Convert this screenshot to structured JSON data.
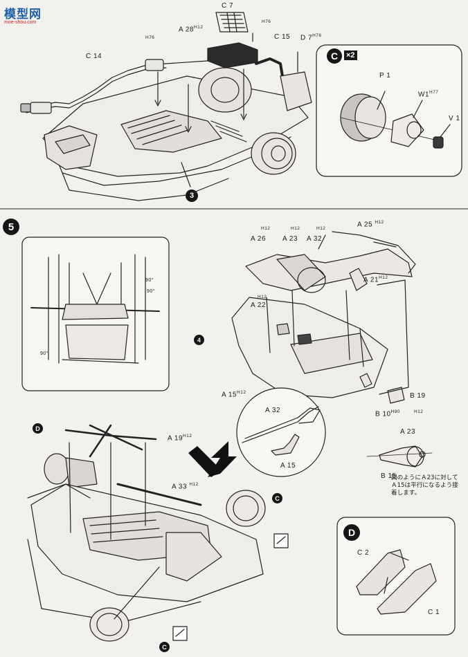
{
  "watermark": {
    "brand": "模型网",
    "url": "moe-shou.com"
  },
  "step3": {
    "number": "3",
    "labels": {
      "C7": "C 7",
      "A28": "A 28",
      "A28_h": "H12",
      "H76a": "H76",
      "C15": "C 15",
      "D7": "D 7",
      "D7_h": "H76",
      "H76b": "H76",
      "C14": "C 14"
    },
    "callout_C": {
      "letter": "C",
      "multiplier": "×2",
      "P1": "P 1",
      "W1": "W1",
      "W1_h": "H77",
      "V1": "V 1"
    }
  },
  "step5": {
    "number": "5",
    "angle_labels": {
      "a1": "90°",
      "a2": "90°",
      "a3": "90°"
    },
    "sub_number": "4",
    "labels": {
      "A25": "A 25",
      "A25_h": "H12",
      "A26": "A 26",
      "A26_h": "H12",
      "A23": "A 23",
      "A23_h": "H12",
      "A32": "A 32",
      "A32_h": "H12",
      "A21": "A 21",
      "A21_h": "H12",
      "A22": "A 22",
      "A22_h": "H12",
      "A15": "A 15",
      "A15_h": "H12",
      "B19": "B 19",
      "B10": "B 10",
      "B10_h": "H90",
      "B19_h": "H12"
    },
    "zoom": {
      "A32": "A 32",
      "A15": "A 15"
    },
    "side_detail": {
      "A23": "A 23",
      "B15": "B 15",
      "note": [
        "図のようにＡ23に対して",
        "Ａ15は平行になるよう接",
        "着します。"
      ]
    },
    "lower": {
      "D": "D",
      "A19": "A 19",
      "A19_h": "H12",
      "A33": "A 33",
      "A33_h": "H12",
      "C_a": "C",
      "C_b": "C"
    },
    "callout_D": {
      "letter": "D",
      "C2": "C 2",
      "C1": "C 1"
    }
  }
}
